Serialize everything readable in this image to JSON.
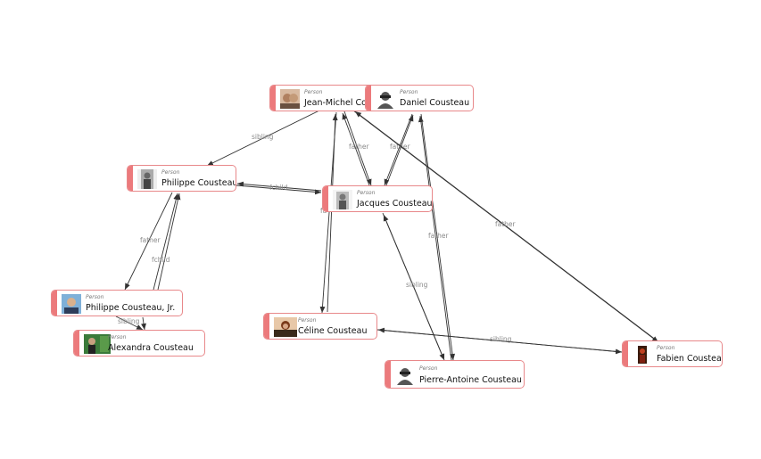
{
  "nodes": [
    {
      "id": "jeanmichel",
      "type": "Person",
      "name": "Jean-Michel Cousteau",
      "avatar": "photo-face",
      "accent": "#c9a58a"
    },
    {
      "id": "daniel",
      "type": "Person",
      "name": "Daniel Cousteau",
      "avatar": "person-placeholder-icon",
      "accent": "#444444"
    },
    {
      "id": "philippe",
      "type": "Person",
      "name": "Philippe Cousteau",
      "avatar": "photo-bw",
      "accent": "#8a8a8a"
    },
    {
      "id": "jacques",
      "type": "Person",
      "name": "Jacques Cousteau",
      "avatar": "photo-bw",
      "accent": "#8a8a8a"
    },
    {
      "id": "philippejr",
      "type": "Person",
      "name": "Philippe Cousteau, Jr.",
      "avatar": "photo-face",
      "accent": "#2d5c86"
    },
    {
      "id": "alexandra",
      "type": "Person",
      "name": "Alexandra Cousteau",
      "avatar": "photo-green",
      "accent": "#2f6a33"
    },
    {
      "id": "celine",
      "type": "Person",
      "name": "Céline Cousteau",
      "avatar": "photo-warm",
      "accent": "#8a4a2a"
    },
    {
      "id": "fabien",
      "type": "Person",
      "name": "Fabien Cousteau",
      "avatar": "photo-dark",
      "accent": "#5a2a1a"
    },
    {
      "id": "pierreantoine",
      "type": "Person",
      "name": "Pierre-Antoine Cousteau",
      "avatar": "person-placeholder-icon",
      "accent": "#444444"
    }
  ],
  "edges": [
    {
      "id": "e1",
      "label": "sibling"
    },
    {
      "id": "e2",
      "label": "father"
    },
    {
      "id": "e3",
      "label": "father"
    },
    {
      "id": "e4",
      "label": "father"
    },
    {
      "id": "e5",
      "label": "father"
    },
    {
      "id": "e6",
      "label": "fchild"
    },
    {
      "id": "e7",
      "label": "father"
    },
    {
      "id": "e8",
      "label": "fchild"
    },
    {
      "id": "e9",
      "label": "sibling"
    },
    {
      "id": "e10",
      "label": "sibling"
    },
    {
      "id": "e11",
      "label": "father"
    },
    {
      "id": "e12",
      "label": "sibling"
    },
    {
      "id": "e13",
      "label": "fa"
    }
  ],
  "colors": {
    "accent": "#ec7a7c",
    "border": "#e8888a",
    "edge": "#333333",
    "edge_label": "#8a8a8a"
  }
}
